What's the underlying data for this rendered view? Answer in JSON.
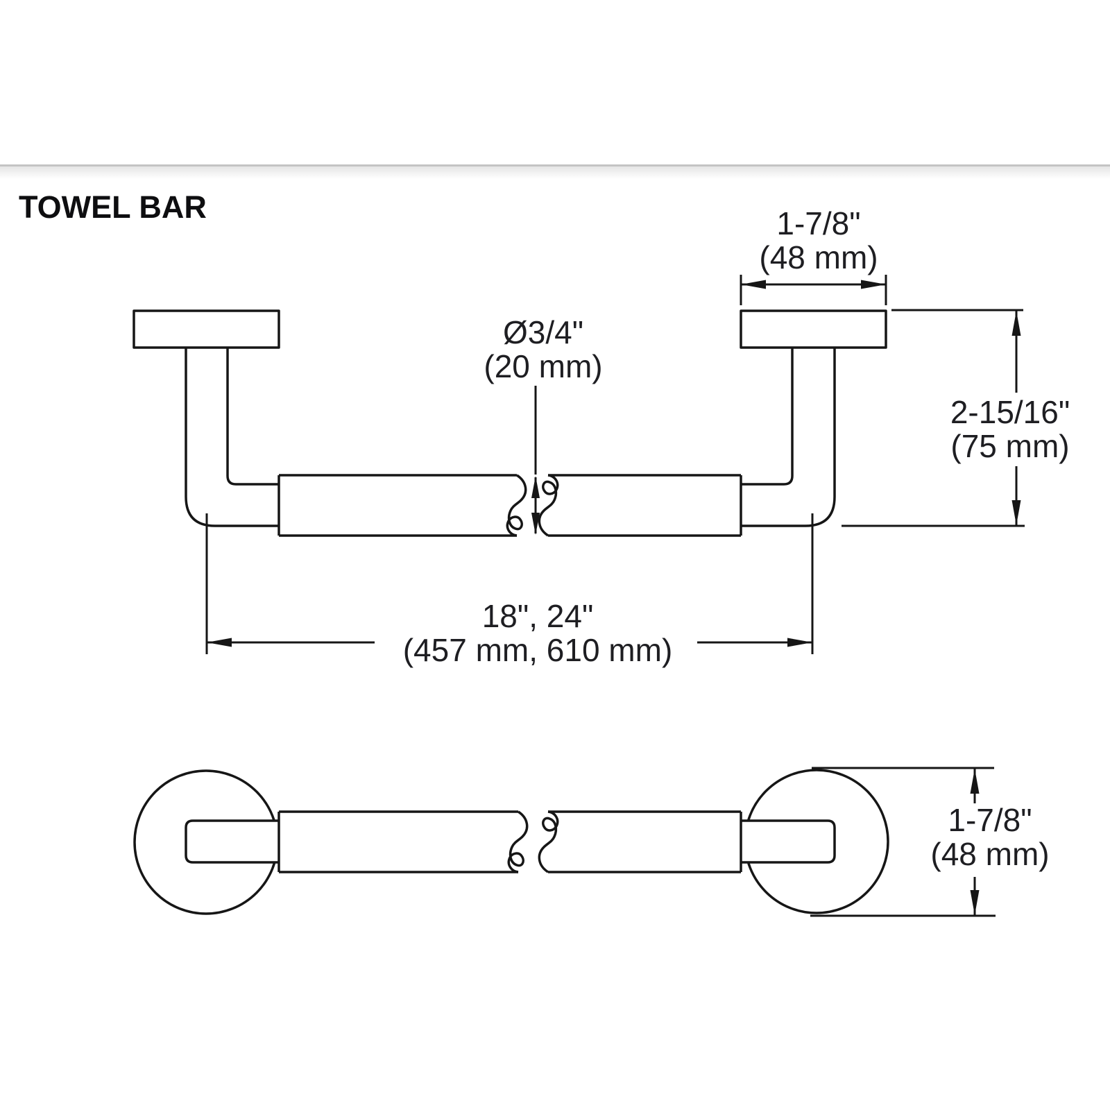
{
  "page": {
    "title": "TOWEL BAR"
  },
  "diagram": {
    "views": [
      "front-elevation",
      "plan-view"
    ],
    "labels": {
      "flange_width_top": {
        "line1": "1-7/8\"",
        "line2": "(48 mm)"
      },
      "bar_diameter": {
        "line1": "Ø3/4\"",
        "line2": "(20 mm)"
      },
      "projection": {
        "line1": "2-15/16\"",
        "line2": "(75 mm)"
      },
      "bar_length": {
        "line1": "18\", 24\"",
        "line2": "(457 mm, 610 mm)"
      },
      "flange_width_side": {
        "line1": "1-7/8\"",
        "line2": "(48 mm)"
      }
    },
    "colors": {
      "line": "#161616",
      "text": "#1e1e22",
      "background": "#ffffff",
      "header_rule": "#c4c4c4"
    }
  }
}
